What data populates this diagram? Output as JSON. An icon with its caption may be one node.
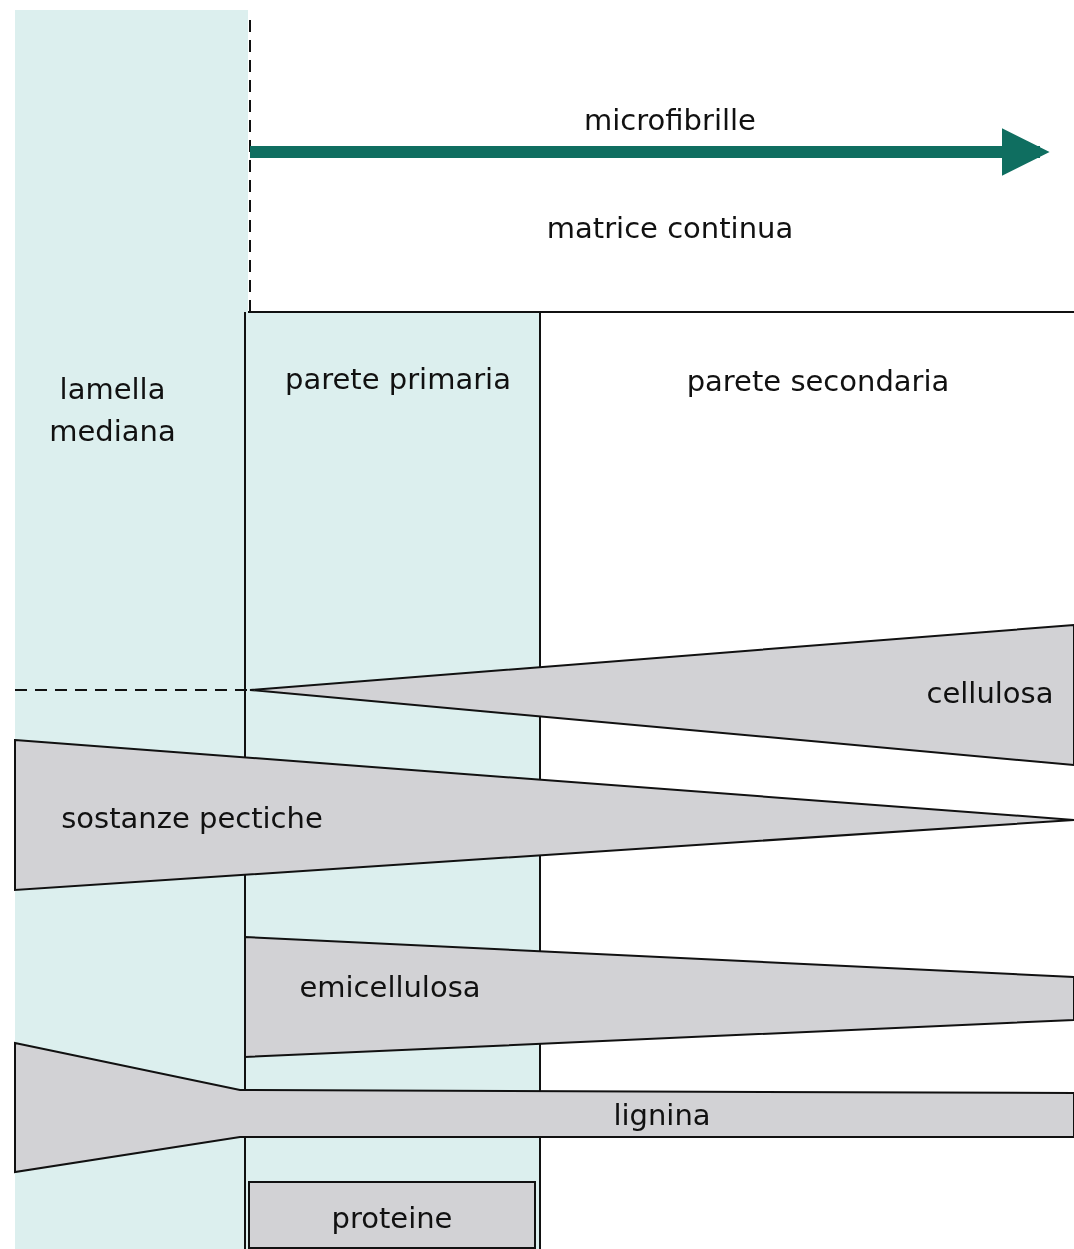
{
  "diagram": {
    "nodes": [
      {
        "text": [
          "lamella mediana"
        ]
      },
      {
        "text": [
          "parete primaria"
        ]
      },
      {
        "text": [
          "parete secondaria"
        ]
      },
      {
        "text": [
          "cellulosa"
        ]
      },
      {
        "text": [
          "sostanze pectiche"
        ]
      },
      {
        "text": [
          "emicellulosa"
        ]
      },
      {
        "text": [
          "lignina"
        ]
      },
      {
        "text": [
          "proteine"
        ],
        "in": 1
      }
    ],
    "labels": [
      "microfibrille",
      "matrice continua"
    ]
  }
}
